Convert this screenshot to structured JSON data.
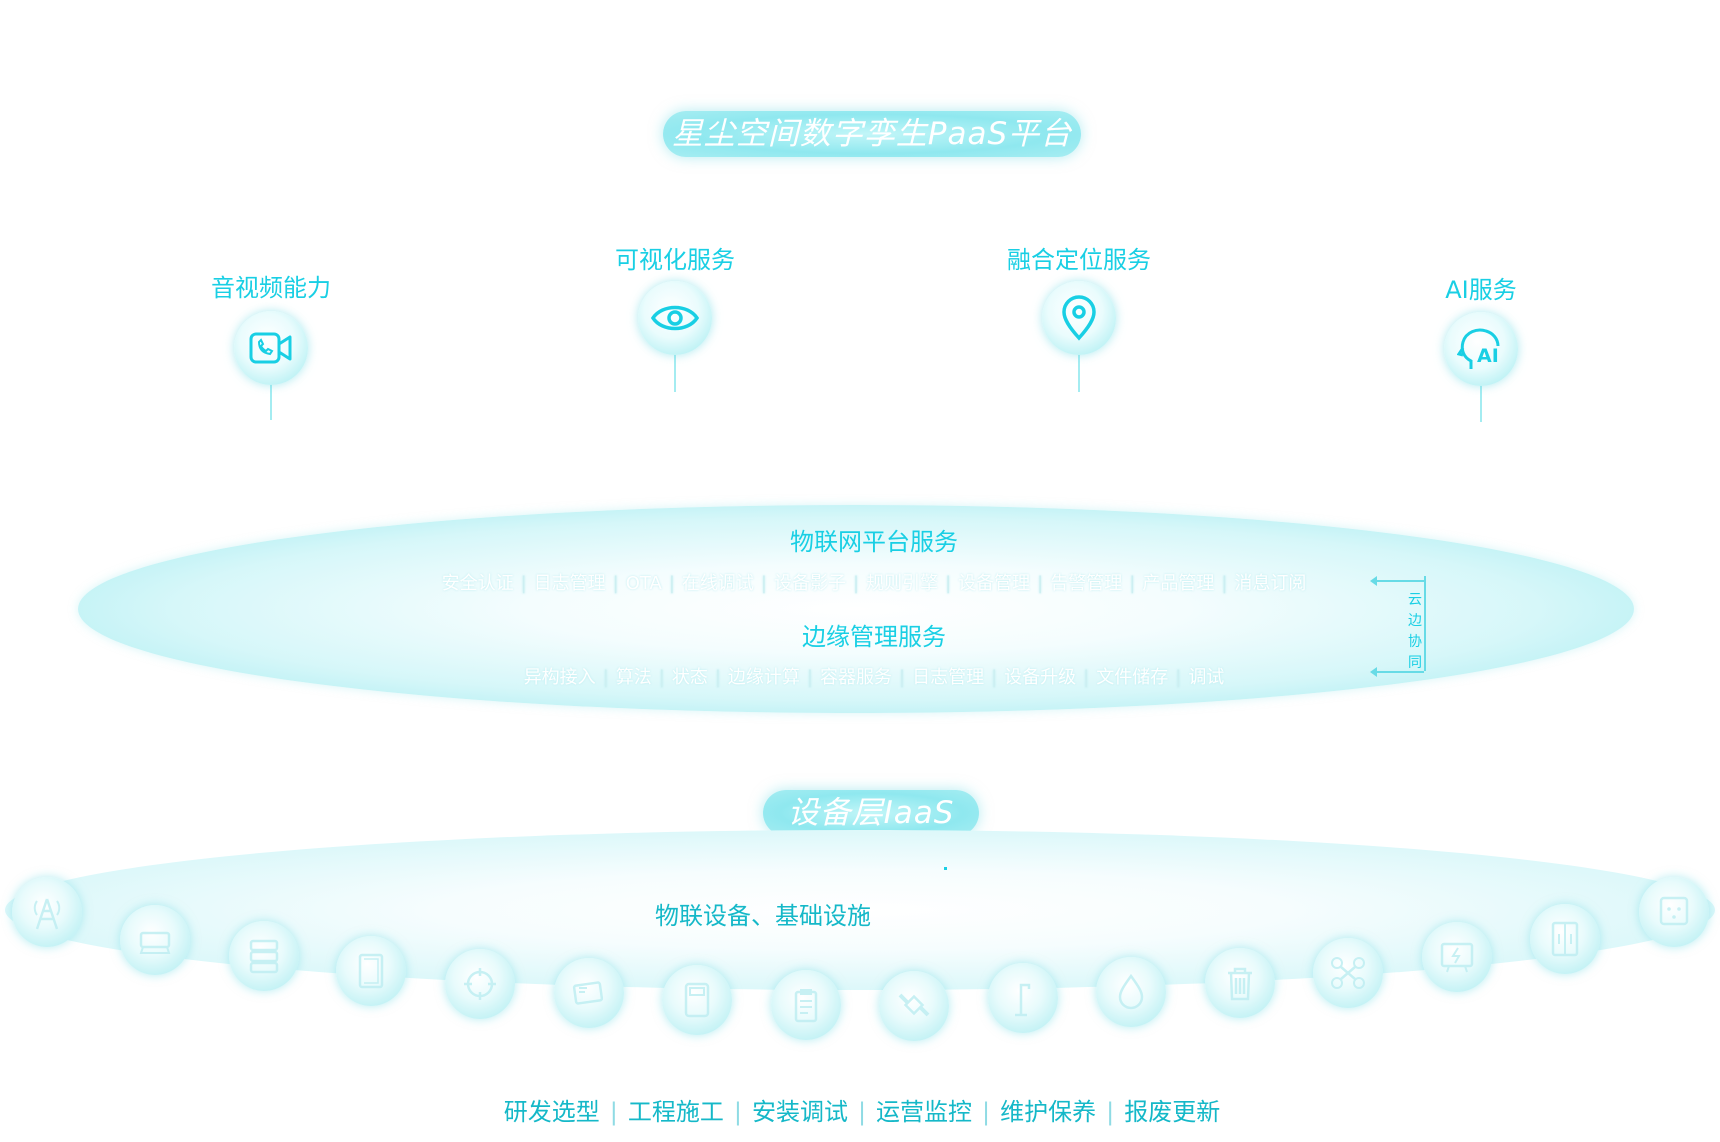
{
  "paas_title": "星尘空间数字孪生PaaS平台",
  "services": [
    {
      "label": "音视频能力",
      "icon": "video-call-icon"
    },
    {
      "label": "可视化服务",
      "icon": "eye-icon"
    },
    {
      "label": "融合定位服务",
      "icon": "location-pin-icon"
    },
    {
      "label": "AI服务",
      "icon": "ai-head-icon"
    }
  ],
  "iot_platform": {
    "title": "物联网平台服务",
    "items": [
      "安全认证",
      "日志管理",
      "OTA",
      "在线调试",
      "设备影子",
      "规则引擎",
      "设备管理",
      "告警管理",
      "产品管理",
      "消息订阅"
    ]
  },
  "edge": {
    "title": "边缘管理服务",
    "items": [
      "异构接入",
      "算法",
      "状态",
      "边缘计算",
      "容器服务",
      "日志管理",
      "设备升级",
      "文件储存",
      "调试"
    ]
  },
  "cloud_edge_sync": "云边协同",
  "iaas_title": "设备层IaaS",
  "device_layer_label": "物联设备、基础设施",
  "devices": [
    "antenna-tower-icon",
    "router-icon",
    "server-rack-icon",
    "cabinet-icon",
    "target-sensor-icon",
    "chip-card-icon",
    "calculator-icon",
    "clipboard-icon",
    "satellite-icon",
    "street-lamp-icon",
    "water-drop-icon",
    "trash-bin-icon",
    "drone-icon",
    "display-screen-icon",
    "elevator-icon",
    "socket-panel-icon"
  ],
  "lifecycle": [
    "研发选型",
    "工程施工",
    "安装调试",
    "运营监控",
    "维护保养",
    "报废更新"
  ],
  "colors": {
    "accent": "#19cfe4",
    "accent_dark": "#15b8c8",
    "glow": "#9fe9ee"
  }
}
